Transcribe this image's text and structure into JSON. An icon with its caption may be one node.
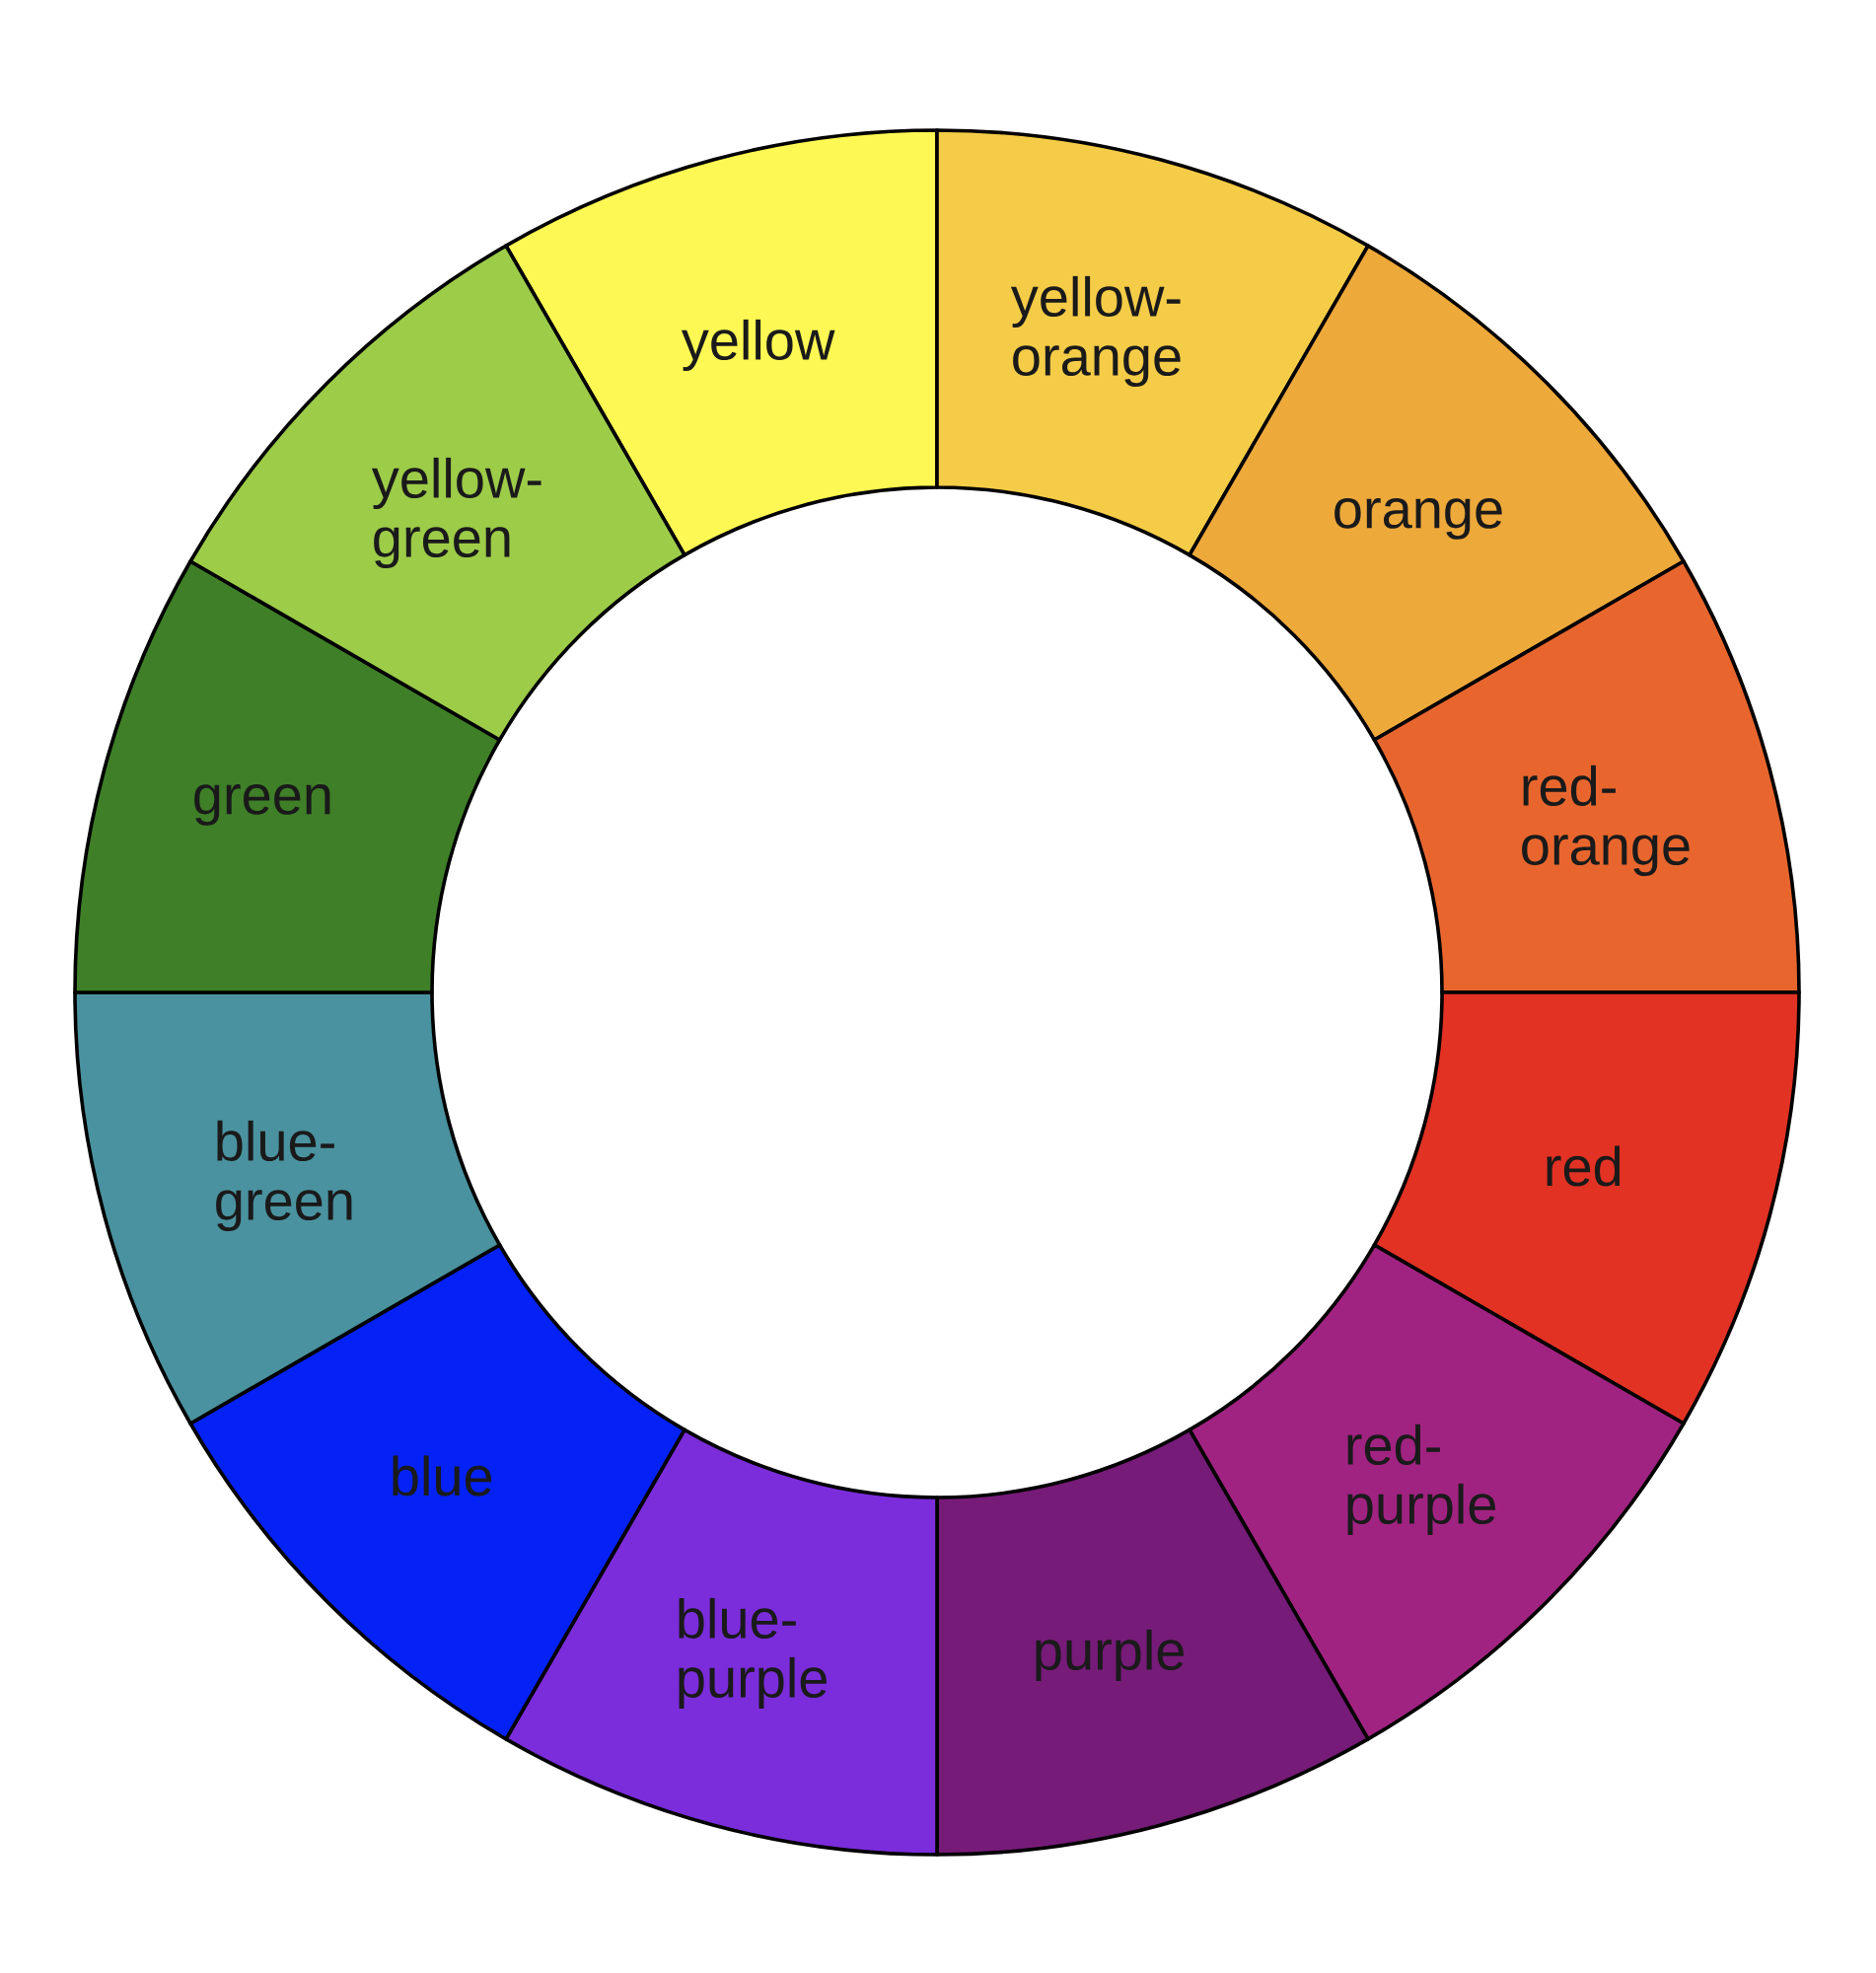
{
  "diagram": {
    "nodes": [
      {
        "text": [
          "yellow"
        ]
      },
      {
        "text": [
          "yellow-orange"
        ]
      },
      {
        "text": [
          "orange"
        ]
      },
      {
        "text": [
          "red-orange"
        ]
      },
      {
        "text": [
          "red"
        ]
      },
      {
        "text": [
          "red-purple"
        ]
      },
      {
        "text": [
          "purple"
        ]
      },
      {
        "text": [
          "blue-purple"
        ]
      },
      {
        "text": [
          "blue"
        ]
      },
      {
        "text": [
          "blue-green"
        ]
      },
      {
        "text": [
          "green"
        ]
      },
      {
        "text": [
          "yellow-green"
        ]
      }
    ]
  }
}
